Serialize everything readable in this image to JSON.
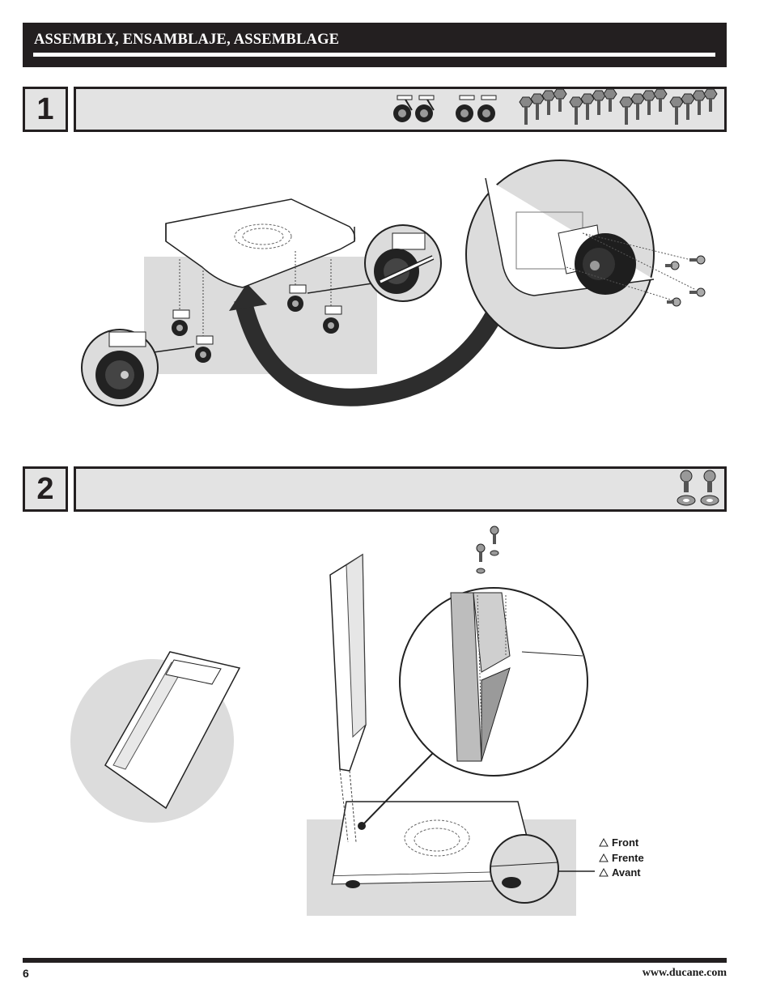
{
  "header": {
    "title": "ASSEMBLY, ENSAMBLAJE, ASSEMBLAGE"
  },
  "steps": [
    {
      "number": "1",
      "parts": [
        "caster-locking",
        "caster-locking",
        "caster-swivel",
        "caster-swivel",
        "bolt-group",
        "bolt-group",
        "bolt-group",
        "bolt-group"
      ]
    },
    {
      "number": "2",
      "parts": [
        "bolt",
        "bolt",
        "washer",
        "washer"
      ]
    }
  ],
  "labels": {
    "front_en": "Front",
    "front_es": "Frente",
    "front_fr": "Avant",
    "warning_icon": "warning-triangle-icon"
  },
  "footer": {
    "page_number": "6",
    "website": "www.ducane.com"
  }
}
